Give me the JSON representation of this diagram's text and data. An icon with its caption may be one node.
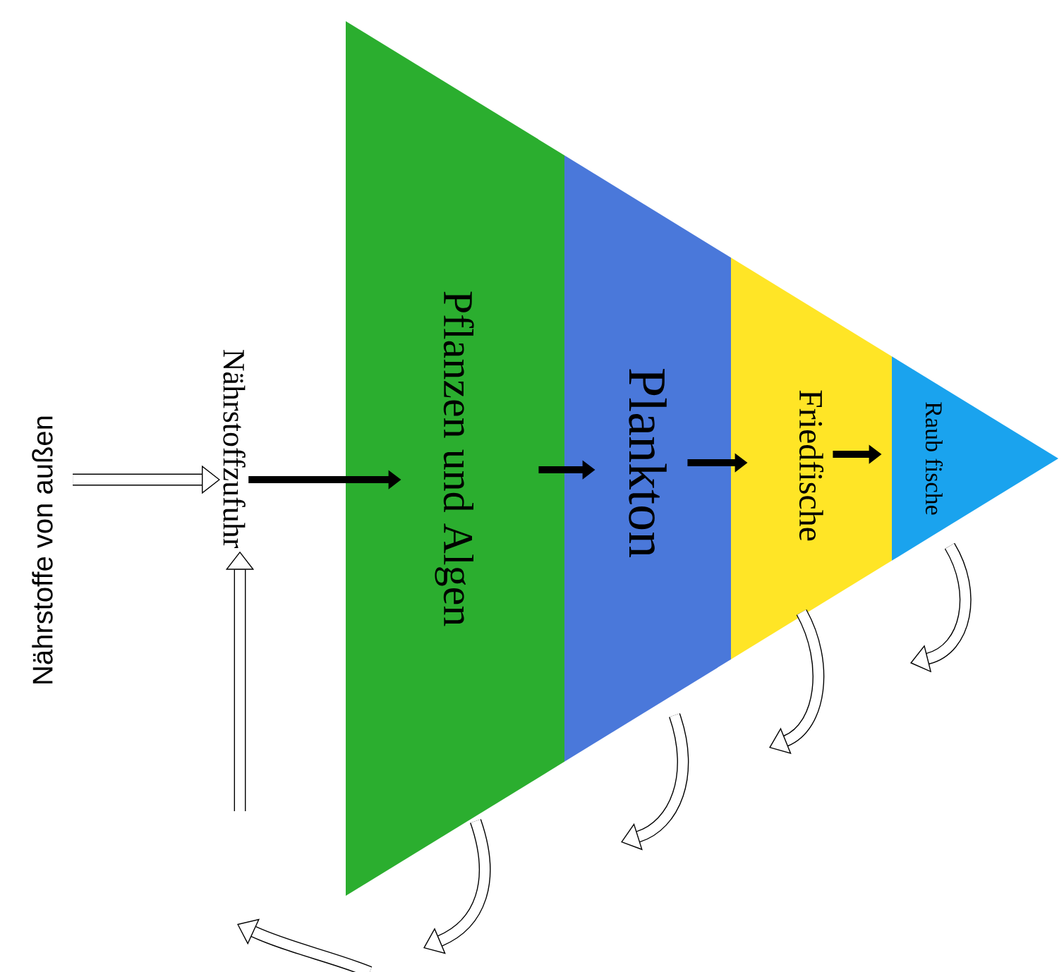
{
  "diagram": {
    "nodes": [
      {
        "text": [
          "Nährstoffe von außen"
        ]
      },
      {
        "text": [
          "Nährstoffzufuhr"
        ]
      },
      {
        "text": [
          "Pflanzen und Algen"
        ]
      },
      {
        "text": [
          "Plankton"
        ]
      },
      {
        "text": [
          "Friedfische"
        ]
      },
      {
        "text": [
          "Raub fische"
        ]
      }
    ],
    "edges": [
      {
        "from": 0,
        "to": 1,
        "arrow": "to"
      },
      {
        "from": null,
        "to": 1,
        "arrow": "to"
      },
      {
        "from": 1,
        "to": 2,
        "arrow": "to"
      },
      {
        "from": 2,
        "to": 3,
        "arrow": "to"
      },
      {
        "from": 3,
        "to": 4,
        "arrow": "to"
      },
      {
        "from": 4,
        "to": 5,
        "arrow": "to"
      },
      {
        "from": 2,
        "to": null,
        "arrow": "to"
      },
      {
        "from": 3,
        "to": null,
        "arrow": "to"
      },
      {
        "from": 4,
        "to": null,
        "arrow": "to"
      },
      {
        "from": 5,
        "to": null,
        "arrow": "to"
      }
    ]
  }
}
